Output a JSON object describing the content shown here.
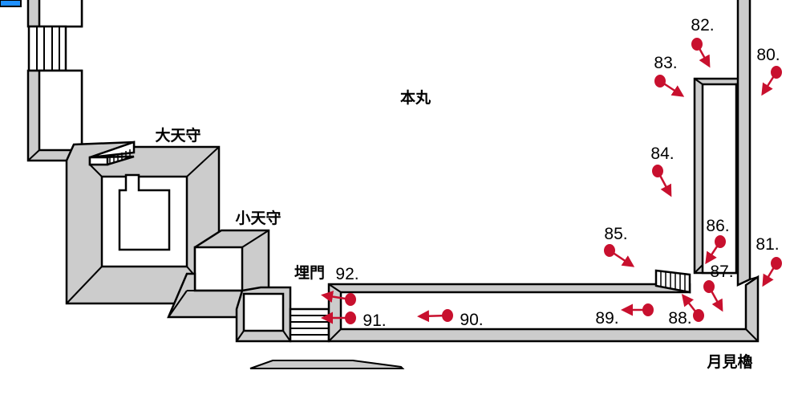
{
  "map": {
    "labels": {
      "honmaru": "本丸",
      "daitenshu": "大天守",
      "shotenshu": "小天守",
      "uzumimon": "埋門",
      "tsukimi_yagura": "月見櫓"
    },
    "markers": [
      "80.",
      "81.",
      "82.",
      "83.",
      "84.",
      "85.",
      "86.",
      "87.",
      "88.",
      "89.",
      "90.",
      "91.",
      "92."
    ],
    "colors": {
      "marker": "#c8102e",
      "wall": "#cccccc",
      "water": "#1e90ff"
    }
  }
}
